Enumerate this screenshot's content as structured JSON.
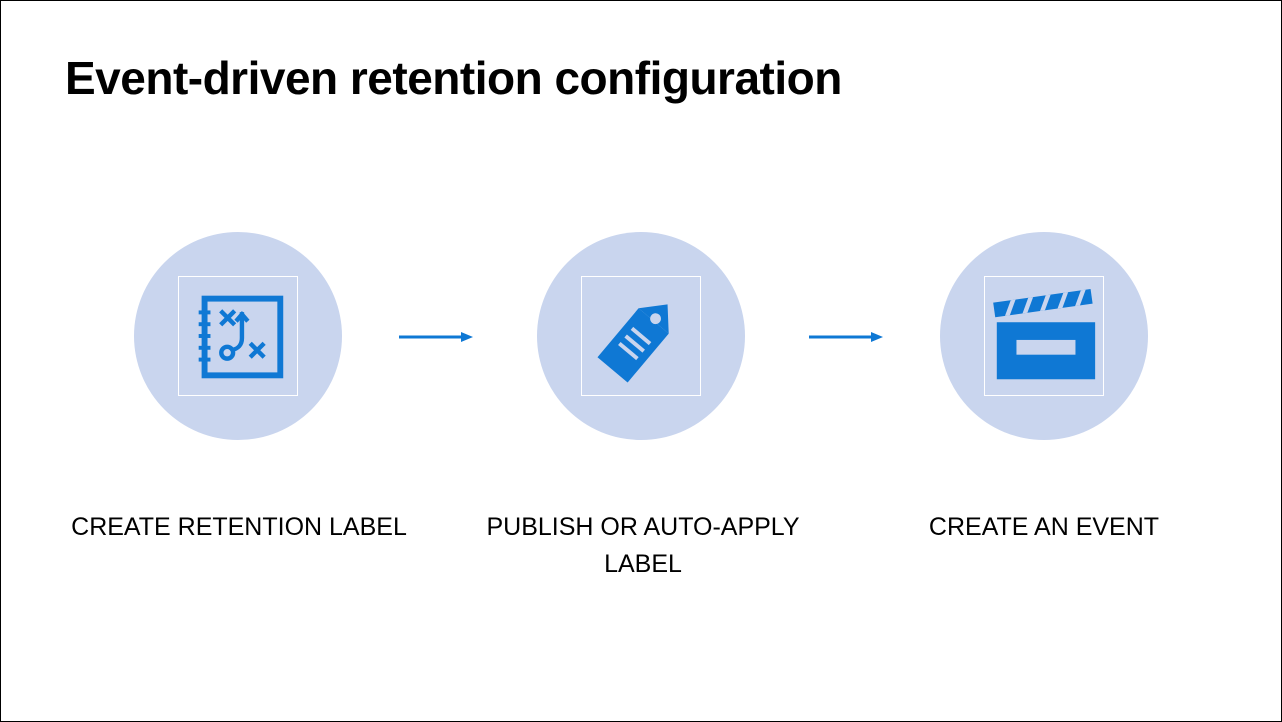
{
  "title": "Event-driven retention configuration",
  "colors": {
    "circle": "#c9d5ee",
    "icon": "#0f78d4",
    "arrow": "#0f78d4"
  },
  "steps": [
    {
      "icon": "strategy-board-icon",
      "label": "CREATE RETENTION LABEL"
    },
    {
      "icon": "tag-icon",
      "label": "PUBLISH OR AUTO-APPLY LABEL"
    },
    {
      "icon": "clapperboard-icon",
      "label": "CREATE AN EVENT"
    }
  ]
}
